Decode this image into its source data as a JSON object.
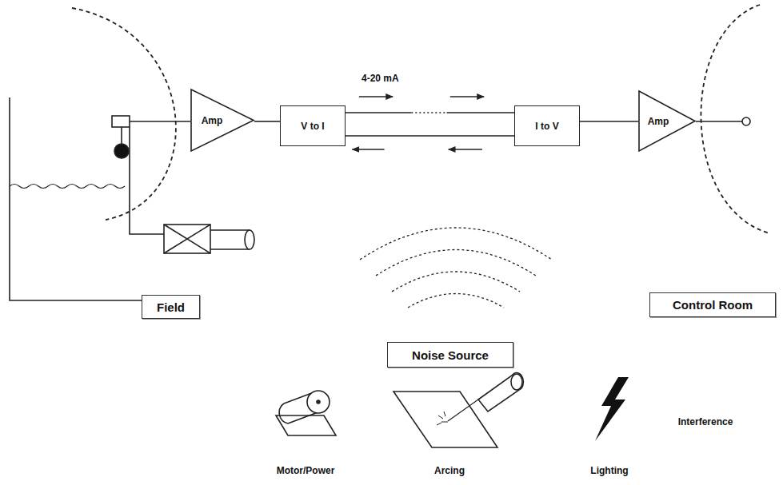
{
  "diagram": {
    "nodes": [
      {
        "text": [
          "Amp"
        ]
      },
      {
        "text": [
          "V to I"
        ]
      },
      {
        "text": [
          "I to V"
        ]
      },
      {
        "text": [
          "Amp"
        ]
      },
      {
        "text": [
          "Field"
        ]
      },
      {
        "text": [
          "Control Room"
        ]
      },
      {
        "text": [
          "Noise Source"
        ]
      }
    ],
    "edges": [
      {
        "from": 0,
        "to": 1,
        "arrow": "none"
      },
      {
        "from": 1,
        "to": 2,
        "arrow": "to",
        "label": "4-20 mA"
      },
      {
        "from": 2,
        "to": 1,
        "arrow": "to"
      },
      {
        "from": 2,
        "to": 3,
        "arrow": "none"
      }
    ],
    "labels": [
      "Motor/Power",
      "Arcing",
      "Lighting",
      "Interference"
    ]
  }
}
